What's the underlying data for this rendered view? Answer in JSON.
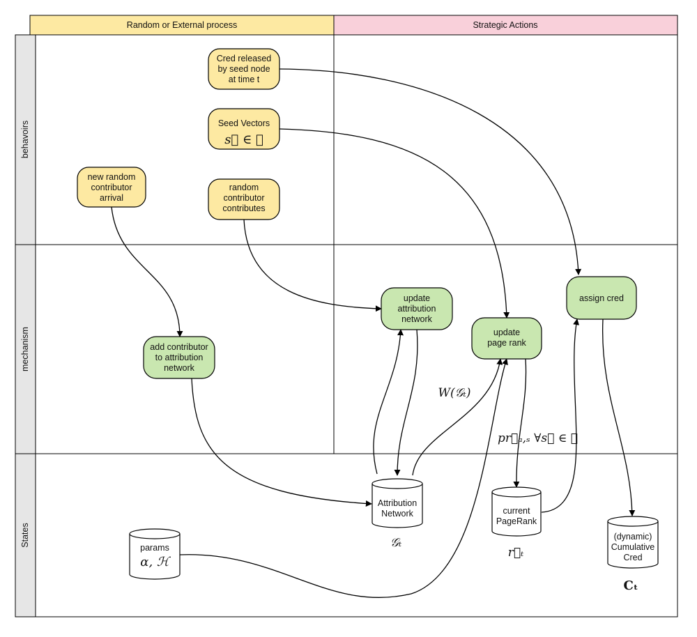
{
  "columns": {
    "random_external": "Random or External process",
    "strategic": "Strategic Actions"
  },
  "rows": {
    "behaviors": "behavoirs",
    "mechanism": "mechanism",
    "states": "States"
  },
  "nodes": {
    "cred_released": [
      "Cred released",
      "by seed node",
      "at time t"
    ],
    "seed_vectors": {
      "label": "Seed Vectors",
      "math": "s⃗ ∈ 𝒮"
    },
    "new_contributor": [
      "new random",
      "contributor",
      "arrival"
    ],
    "random_contributes": [
      "random",
      "contributor",
      "contributes"
    ],
    "update_attribution": [
      "update",
      "attribution",
      "network"
    ],
    "update_pagerank": [
      "update",
      "page rank"
    ],
    "assign_cred": [
      "assign cred"
    ],
    "add_contributor": [
      "add contributor",
      "to attribution",
      "network"
    ]
  },
  "states": {
    "attribution_network": [
      "Attribution",
      "Network"
    ],
    "current_pagerank": [
      "current",
      "PageRank"
    ],
    "cumulative_cred": [
      "(dynamic)",
      "Cumulative",
      "Cred"
    ],
    "params": {
      "label": "params",
      "math": "α, ℋ"
    }
  },
  "math_labels": {
    "g_t": "𝒢ₜ",
    "w_g": "W(𝒢ₜ)",
    "pr": "pr⃗ₐ,ₛ ∀s⃗ ∈ 𝒮",
    "r_t": "r⃗ₜ",
    "c_t": "Cₜ"
  },
  "colors": {
    "random_header": "#FDE9A2",
    "strategic_header": "#F9D0DA",
    "row_header": "#E6E6E6",
    "behavior_node": "#FDE9A2",
    "mechanism_node": "#C9E7B0",
    "line": "#000000"
  }
}
